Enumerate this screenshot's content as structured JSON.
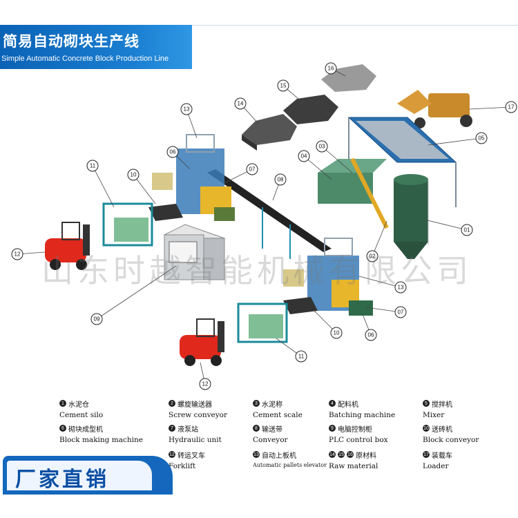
{
  "header": {
    "title_zh": "简易自动砌块生产线",
    "title_en": "Simple Automatic Concrete Block Production Line"
  },
  "watermark": "山东时越智能机械有限公司",
  "callouts": [
    "01",
    "05",
    "03",
    "04",
    "06",
    "07",
    "08",
    "11",
    "10",
    "12",
    "13",
    "14",
    "15",
    "16",
    "17",
    "09",
    "02"
  ],
  "legend": [
    {
      "num": "1",
      "zh": "水泥仓",
      "en": "Cement silo"
    },
    {
      "num": "2",
      "zh": "螺旋输送器",
      "en": "Screw conveyor"
    },
    {
      "num": "3",
      "zh": "水泥称",
      "en": "Cement scale"
    },
    {
      "num": "4",
      "zh": "配料机",
      "en": "Batching machine"
    },
    {
      "num": "5",
      "zh": "搅拌机",
      "en": "Mixer"
    },
    {
      "num": "6",
      "zh": "砌块成型机",
      "en": "Block making machine"
    },
    {
      "num": "7",
      "zh": "液泵站",
      "en": "Hydraulic unit"
    },
    {
      "num": "8",
      "zh": "输送带",
      "en": "Conveyor"
    },
    {
      "num": "9",
      "zh": "电脑控制柜",
      "en": "PLC control box"
    },
    {
      "num": "10",
      "zh": "送砖机",
      "en": "Block conveyor"
    },
    {
      "num": "12",
      "zh": "转运叉车",
      "en": "Forklift"
    },
    {
      "num": "13",
      "zh": "自动上板机",
      "en": "Automatic pallets elevator"
    },
    {
      "num": "14",
      "num2": "15",
      "num3": "16",
      "zh": "原材料",
      "en": "Raw material"
    },
    {
      "num": "17",
      "zh": "装载车",
      "en": "Loader"
    }
  ],
  "footer": {
    "label": "厂家直销"
  },
  "colors": {
    "banner_blue": "#1467bd",
    "machine_blue": "#1f6fb3",
    "machine_yellow": "#e8b62a",
    "forklift_red": "#e0281c",
    "silo_green": "#2f5f47"
  }
}
